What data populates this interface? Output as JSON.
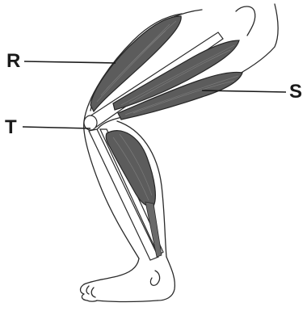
{
  "labels": {
    "r": "R",
    "s": "S",
    "t": "T"
  }
}
